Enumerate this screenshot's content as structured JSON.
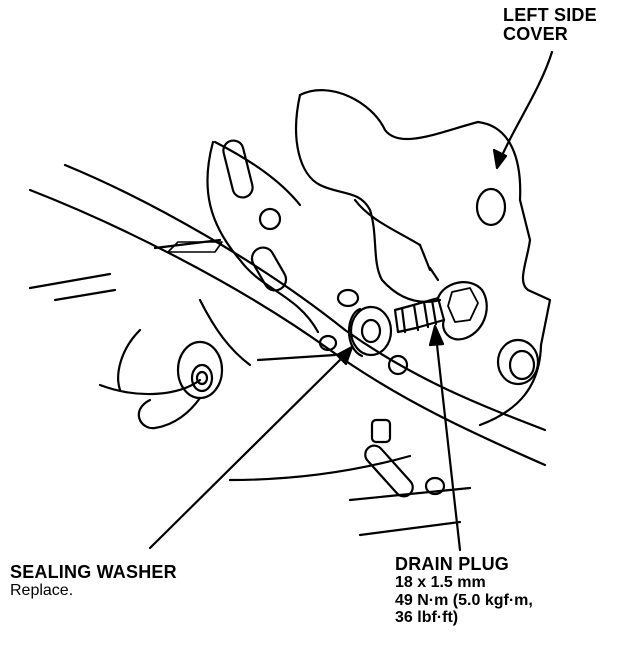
{
  "labels": {
    "left_side_cover": {
      "line1": "LEFT SIDE",
      "line2": "COVER"
    },
    "sealing_washer": {
      "title": "SEALING WASHER",
      "note": "Replace."
    },
    "drain_plug": {
      "title": "DRAIN PLUG",
      "size": "18 x 1.5 mm",
      "torque_line1": "49 N·m (5.0 kgf·m,",
      "torque_line2": "36 lbf·ft)"
    }
  },
  "colors": {
    "ink": "#000000",
    "paper": "#ffffff"
  }
}
